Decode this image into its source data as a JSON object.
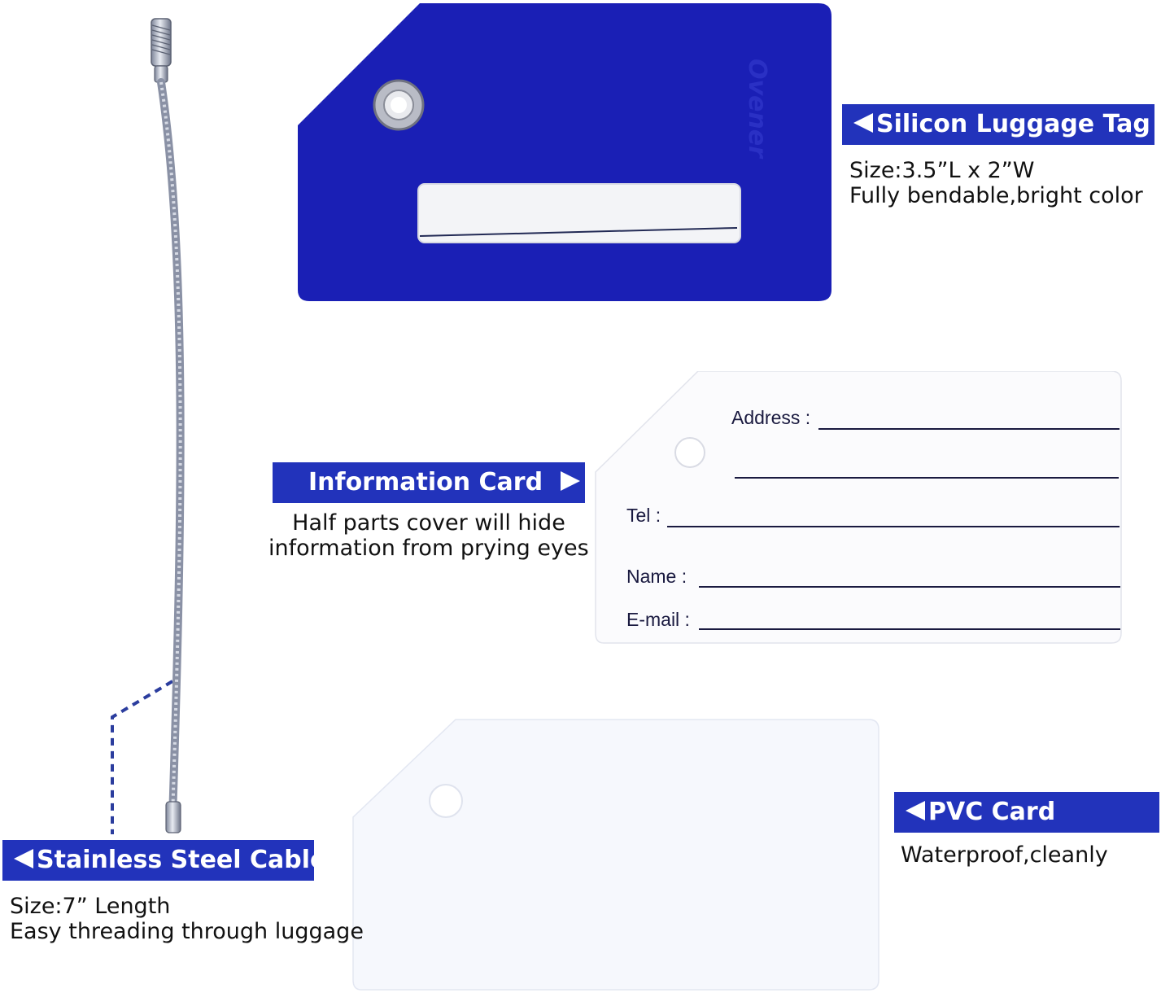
{
  "cable": {
    "label": "Stainless Steel Cable",
    "desc_line1": "Size:7” Length",
    "desc_line2": "Easy threading through luggage",
    "icon": "arrow-left-icon"
  },
  "silicon_tag": {
    "label": "Silicon Luggage Tag",
    "desc_line1": "Size:3.5”L x 2”W",
    "desc_line2": "Fully bendable,bright color",
    "brand": "Ovener",
    "icon": "arrow-left-icon"
  },
  "info_card": {
    "label": "Information Card",
    "desc_line1": "Half parts cover will hide",
    "desc_line2": "information from prying eyes",
    "icon": "arrow-right-icon",
    "fields": {
      "address": "Address :",
      "tel": "Tel :",
      "name": "Name :",
      "email": "E-mail :"
    }
  },
  "pvc_card": {
    "label": "PVC Card",
    "desc_line1": "Waterproof,cleanly",
    "icon": "arrow-left-icon"
  },
  "colors": {
    "label_bg": "#2233bb",
    "tag_blue": "#1a1fb5",
    "form_ink": "#1a1a40"
  }
}
